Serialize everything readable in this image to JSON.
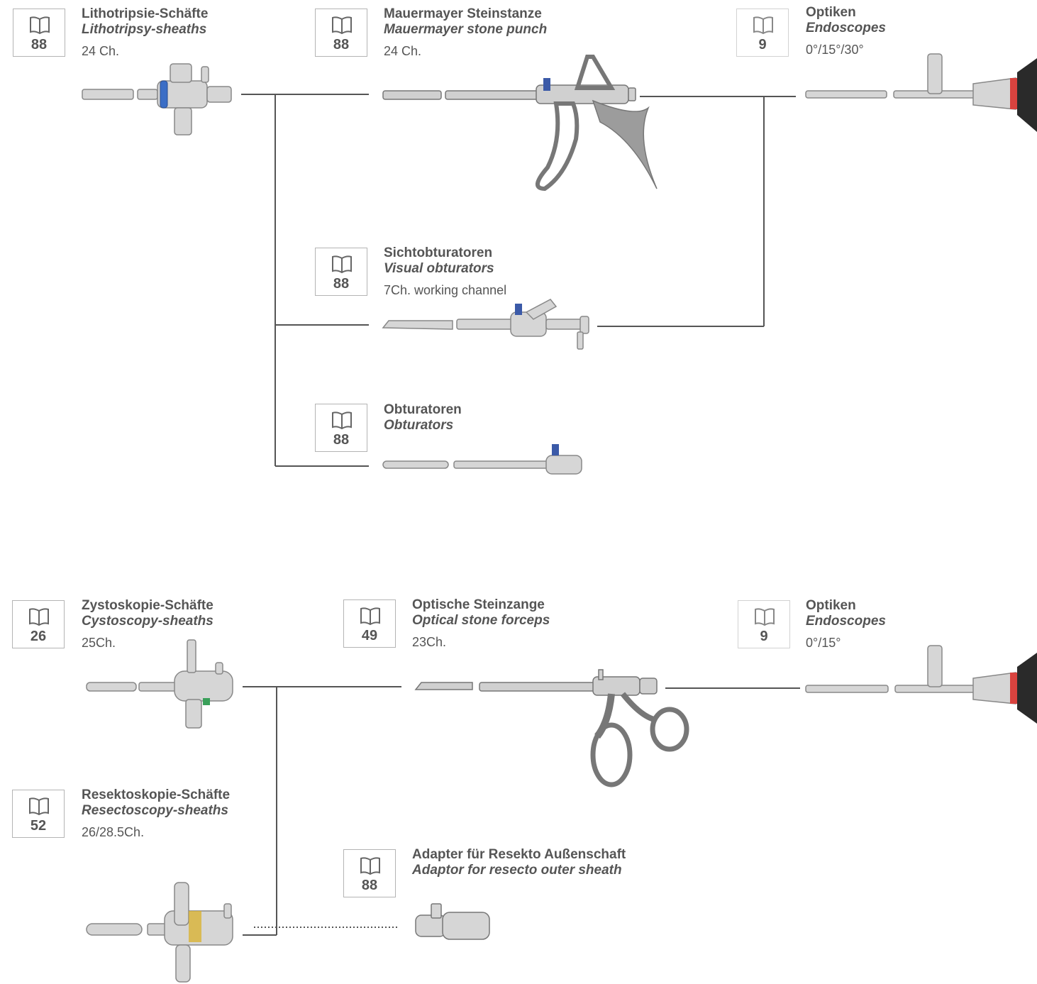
{
  "colors": {
    "text": "#555555",
    "line": "#555555",
    "metal": "#c0c0c0",
    "metal_dark": "#8a8a8a",
    "lever_blue": "#3b5aa8",
    "endoscope_red": "#d9433f",
    "lever_green": "#3aa05a",
    "lever_yellow": "#d9b02a"
  },
  "icon": "book-icon",
  "top_group": {
    "lithotripsy_sheath": {
      "ref": "88",
      "de": "Lithotripsie-Schäfte",
      "en": "Lithotripsy-sheaths",
      "size": "24 Ch."
    },
    "stone_punch": {
      "ref": "88",
      "de": "Mauermayer Steinstanze",
      "en": "Mauermayer stone punch",
      "size": "24 Ch."
    },
    "endoscopes": {
      "ref": "9",
      "de": "Optiken",
      "en": "Endoscopes",
      "size": "0°/15°/30°"
    },
    "visual_obturators": {
      "ref": "88",
      "de": "Sichtobturatoren",
      "en": "Visual obturators",
      "size": "7Ch. working channel"
    },
    "obturators": {
      "ref": "88",
      "de": "Obturatoren",
      "en": "Obturators"
    }
  },
  "bottom_group": {
    "cystoscopy_sheath": {
      "ref": "26",
      "de": "Zystoskopie-Schäfte",
      "en": "Cystoscopy-sheaths",
      "size": "25Ch."
    },
    "stone_forceps": {
      "ref": "49",
      "de": "Optische Steinzange",
      "en": "Optical stone forceps",
      "size": "23Ch."
    },
    "endoscopes": {
      "ref": "9",
      "de": "Optiken",
      "en": "Endoscopes",
      "size": "0°/15°"
    },
    "resectoscopy_sheath": {
      "ref": "52",
      "de": "Resektoskopie-Schäfte",
      "en": "Resectoscopy-sheaths",
      "size": "26/28.5Ch."
    },
    "adaptor": {
      "ref": "88",
      "de": "Adapter für Resekto Außenschaft",
      "en": "Adaptor for resecto outer sheath"
    }
  }
}
